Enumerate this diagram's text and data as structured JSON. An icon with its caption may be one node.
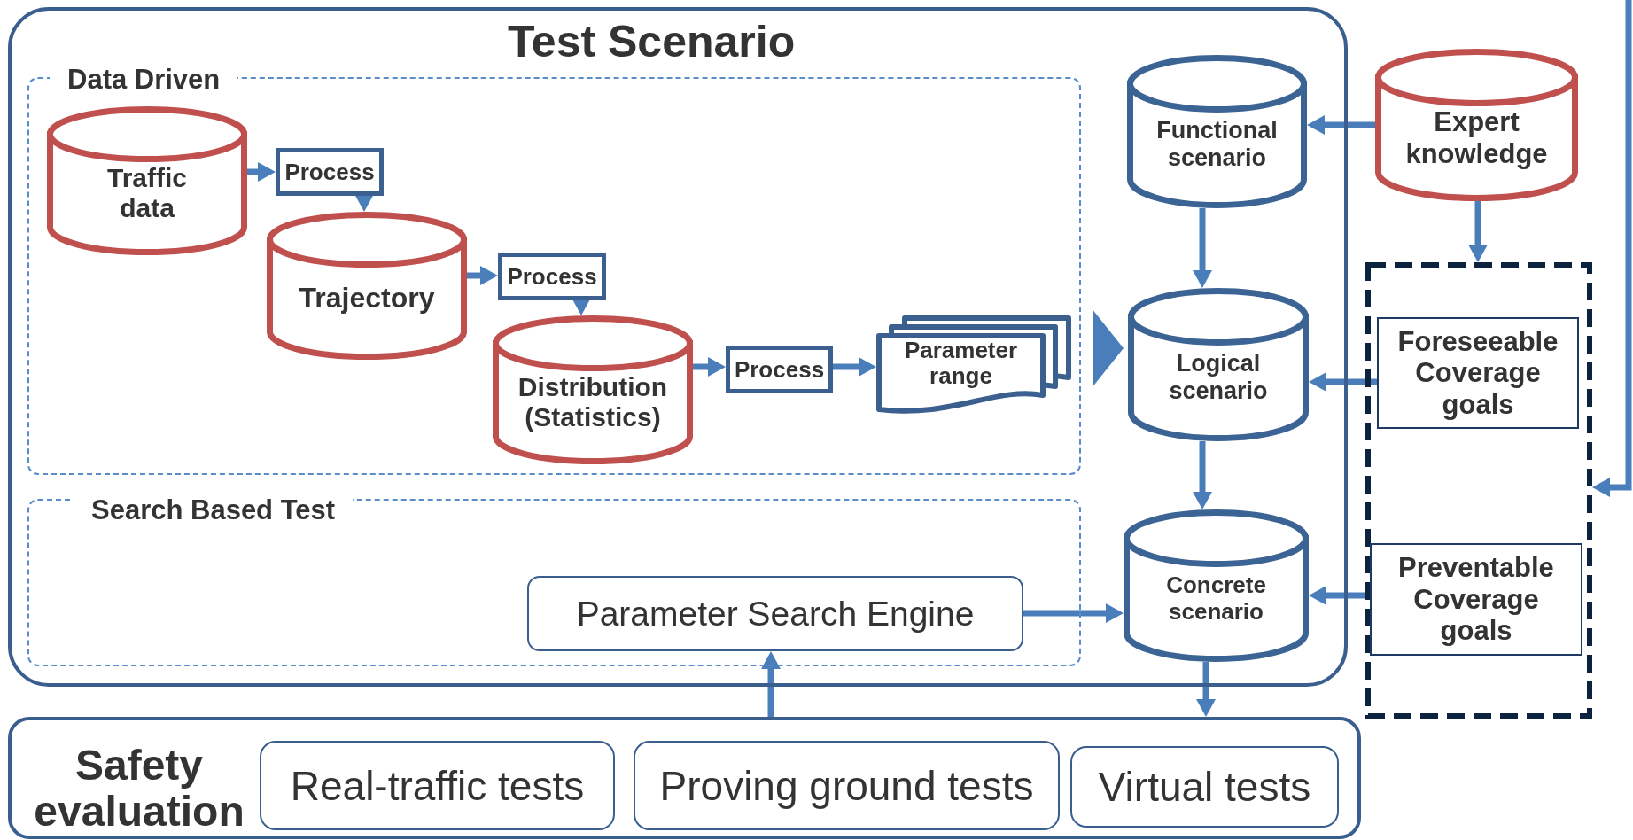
{
  "diagram": {
    "nodes": [
      {
        "text": [
          "Test Scenario"
        ]
      },
      {
        "text": [
          "Data Driven"
        ],
        "in": 0
      },
      {
        "text": [
          "Traffic data"
        ],
        "in": 1
      },
      {
        "text": [
          "Process"
        ],
        "in": 1
      },
      {
        "text": [
          "Trajectory"
        ],
        "in": 1
      },
      {
        "text": [
          "Process"
        ],
        "in": 1
      },
      {
        "text": [
          "Distribution (Statistics)"
        ],
        "in": 1
      },
      {
        "text": [
          "Process"
        ],
        "in": 1
      },
      {
        "text": [
          "Parameter range"
        ],
        "in": 1
      },
      {
        "text": [
          "Functional scenario"
        ],
        "in": 0
      },
      {
        "text": [
          "Expert knowledge"
        ]
      },
      {
        "text": [
          "Logical scenario"
        ],
        "in": 0
      },
      {
        "text": [],
        "shape": "box"
      },
      {
        "text": [
          "Foreseeable Coverage goals"
        ],
        "in": 12
      },
      {
        "text": [
          "Search Based Test"
        ],
        "in": 0
      },
      {
        "text": [
          "Parameter Search Engine"
        ],
        "in": 14
      },
      {
        "text": [
          "Concrete scenario"
        ],
        "in": 0
      },
      {
        "text": [
          "Preventable Coverage goals"
        ],
        "in": 12
      },
      {
        "text": [
          "Safety evaluation"
        ]
      },
      {
        "text": [
          "Real-traffic tests"
        ],
        "in": 18
      },
      {
        "text": [
          "Proving ground tests"
        ],
        "in": 18
      },
      {
        "text": [
          "Virtual tests"
        ],
        "in": 18
      }
    ],
    "edges": [
      {
        "from": 2,
        "to": 3,
        "arrow": "to"
      },
      {
        "from": 3,
        "to": 4,
        "arrow": "to"
      },
      {
        "from": 4,
        "to": 5,
        "arrow": "to"
      },
      {
        "from": 5,
        "to": 6,
        "arrow": "to"
      },
      {
        "from": 6,
        "to": 7,
        "arrow": "to"
      },
      {
        "from": 7,
        "to": 8,
        "arrow": "to"
      },
      {
        "from": 1,
        "to": 11,
        "arrow": "to"
      },
      {
        "from": 10,
        "to": 9,
        "arrow": "to"
      },
      {
        "from": 9,
        "to": 11,
        "arrow": "to"
      },
      {
        "from": 10,
        "to": 12,
        "arrow": "to"
      },
      {
        "from": 13,
        "to": 11,
        "arrow": "to"
      },
      {
        "from": 11,
        "to": 16,
        "arrow": "to"
      },
      {
        "from": 17,
        "to": 16,
        "arrow": "to"
      },
      {
        "from": 15,
        "to": 16,
        "arrow": "to"
      },
      {
        "from": 16,
        "to": 18,
        "arrow": "to"
      },
      {
        "from": 18,
        "to": 15,
        "arrow": "to"
      },
      {
        "from": null,
        "to": 12,
        "arrow": "to"
      }
    ]
  }
}
